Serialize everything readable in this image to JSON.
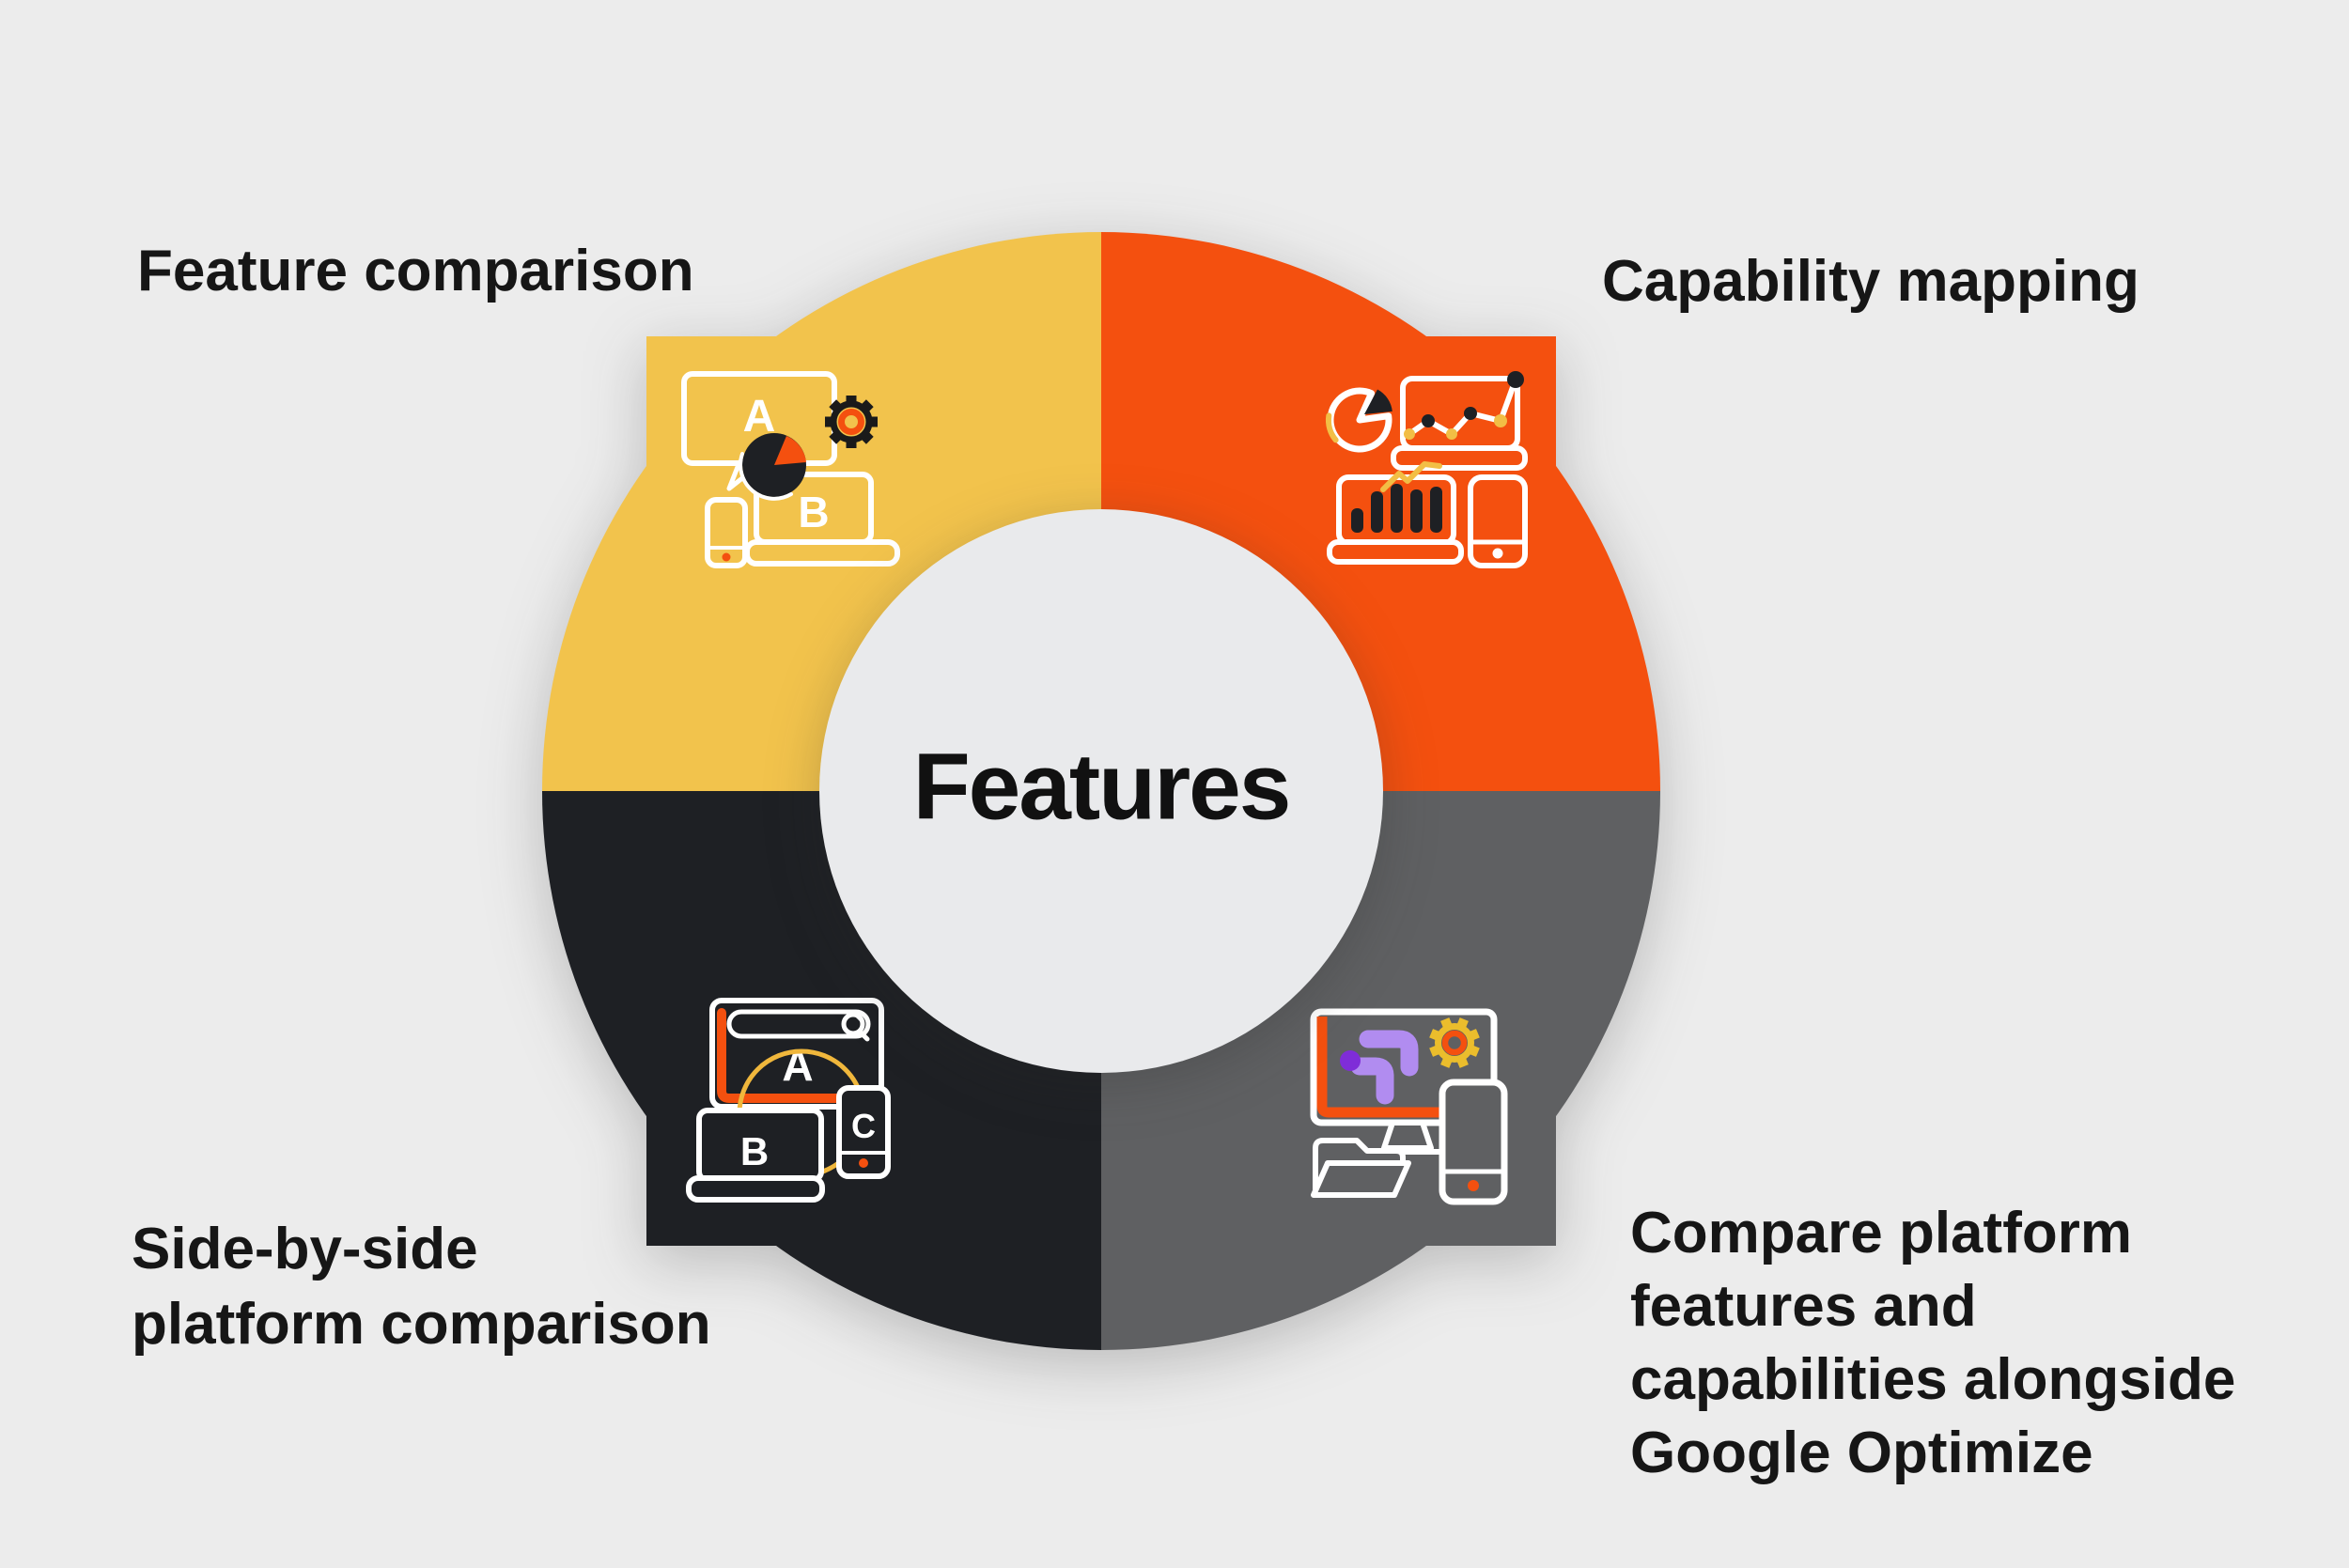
{
  "title": "Features",
  "background_color": "#ECECEC",
  "hub": {
    "label": "Features",
    "color": "#E9EAEC"
  },
  "quadrants": [
    {
      "id": "feature-comparison",
      "position": "top-left",
      "label": "Feature comparison",
      "color": "#F2C34C",
      "icon": "ab-test-devices-icon",
      "icon_letters": [
        "A",
        "B"
      ]
    },
    {
      "id": "capability-mapping",
      "position": "top-right",
      "label": "Capability mapping",
      "color": "#F4500F",
      "icon": "analytics-charts-devices-icon",
      "icon_letters": []
    },
    {
      "id": "side-by-side-platform-comparison",
      "position": "bottom-left",
      "label": "Side-by-side platform comparison",
      "label_lines": [
        "Side-by-side",
        "platform comparison"
      ],
      "color": "#1E2024",
      "icon": "abc-devices-compare-icon",
      "icon_letters": [
        "A",
        "B",
        "C"
      ]
    },
    {
      "id": "compare-google-optimize",
      "position": "bottom-right",
      "label": "Compare platform features and capabilities alongside Google Optimize",
      "label_lines": [
        "Compare platform",
        "features and",
        "capabilities alongside",
        "Google Optimize"
      ],
      "color": "#5F6062",
      "icon": "google-optimize-monitor-icon",
      "icon_letters": []
    }
  ],
  "accent_colors": {
    "orange": "#F4500F",
    "yellow": "#F2C34C",
    "gold": "#F0B73C",
    "dot_yellow": "#F2BE45",
    "gear_gold": "#EBBD2C",
    "purple_light": "#B18CF0",
    "purple_dark": "#7F2DD8",
    "dark": "#1E2024",
    "white": "#FFFFFF",
    "text": "#161616"
  }
}
